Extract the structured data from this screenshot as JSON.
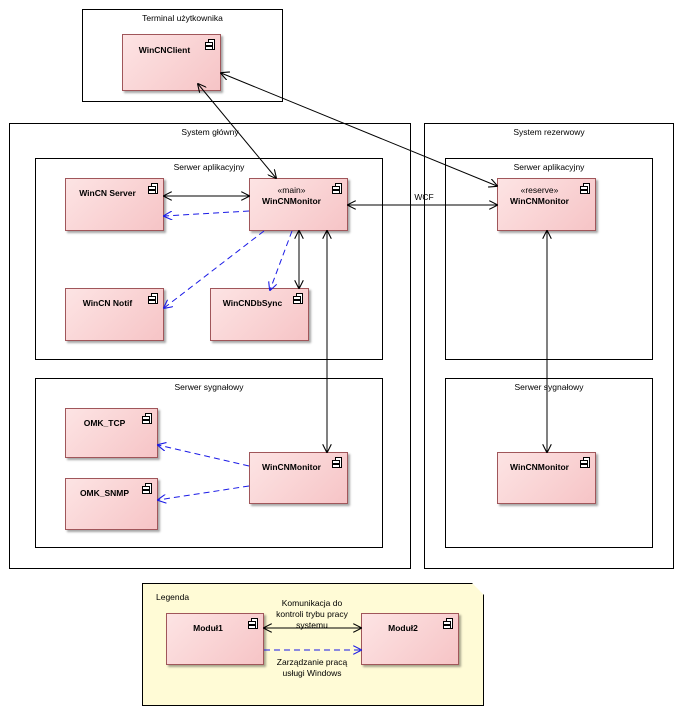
{
  "frames": {
    "terminal": "Terminal użytkownika",
    "main_system": "System główny",
    "reserve_system": "System rezerwowy",
    "main_app_server": "Serwer aplikacyjny",
    "main_signal_server": "Serwer sygnałowy",
    "reserve_app_server": "Serwer aplikacyjny",
    "reserve_signal_server": "Serwer sygnałowy"
  },
  "components": {
    "client": "WinCNClient",
    "wincn_server": "WinCN Server",
    "main_monitor_stereo": "«main»",
    "main_monitor": "WinCNMonitor",
    "wincn_notif": "WinCN Notif",
    "wincn_dbsync": "WinCNDbSync",
    "omk_tcp": "OMK_TCP",
    "omk_snmp": "OMK_SNMP",
    "signal_monitor": "WinCNMonitor",
    "reserve_monitor_stereo": "«reserve»",
    "reserve_monitor": "WinCNMonitor",
    "reserve_signal_monitor": "WinCNMonitor"
  },
  "connector_labels": {
    "wcf": "WCF"
  },
  "legend": {
    "title": "Legenda",
    "module1": "Moduł1",
    "module2": "Moduł2",
    "comm_line1": "Komunikacja do",
    "comm_line2": "kontroli trybu pracy",
    "comm_line3": "systemu",
    "mgmt_line1": "Zarządzanie pracą",
    "mgmt_line2": "usługi Windows"
  },
  "colors": {
    "component_fill": "#f6c4c6",
    "component_border": "#a0565a",
    "note_fill": "#fffbd6",
    "solid_edge": "#000000",
    "dashed_edge": "#1a1ae6"
  }
}
